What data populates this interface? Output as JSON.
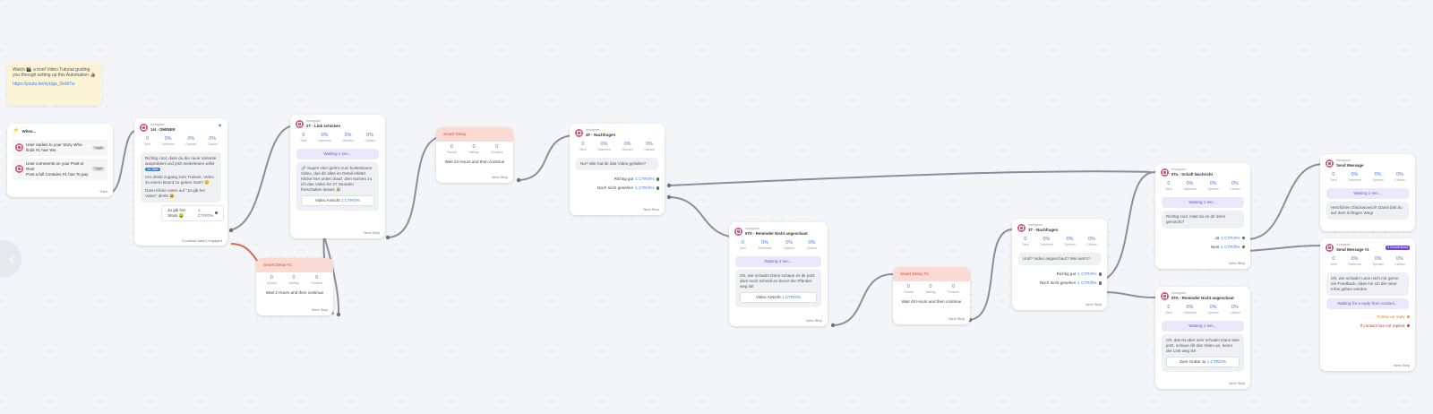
{
  "note": {
    "text": "Watch 🎬 a brief Video Tutorial guiding you through setting up this Automation 👍🏽",
    "link": "https://youtu.be/xyUga_DeM7w"
  },
  "trigger": {
    "title": "When...",
    "items": [
      {
        "text": "User replies to your Story Who finds #1 has Yes",
        "badge": "Toggle"
      },
      {
        "text": "User comments on your Post or Reel",
        "sub": "Post a full Contains #1 has To pay",
        "badge": "Toggle"
      }
    ],
    "next": "Then"
  },
  "stat_labels": [
    "Sent",
    "Delivered",
    "Opened",
    "Clicked"
  ],
  "delay_labels": [
    "Overall",
    "Waiting",
    "Finished"
  ],
  "n1": {
    "small": "Instagram",
    "name": "1st - DM/NER",
    "stats": [
      "0",
      "0%",
      "0%",
      "0%"
    ],
    "msgs": [
      "Richtig cool, dass du die neue Variante ausprobiert und jetzt weiterlesen willst",
      "Um direkt zugang zum Trainee, Video zu einem Board zu geben hast? 😊",
      "Dann klicke unten auf \"Ja gib her Video\" direkt 😃"
    ],
    "badge": "Ja, bitte",
    "opt": "Ja gib her Stück 🤑",
    "cta": "1 CTR/0%",
    "foot": "If contact hasn't engaged"
  },
  "d1": {
    "title": "Smart Delay #1",
    "values": [
      "0",
      "0",
      "0"
    ],
    "text": "Wait 2 Hours and then continue",
    "next": "Next Step"
  },
  "n2": {
    "small": "Instagram",
    "name": "2T - Link schicken",
    "stats": [
      "0",
      "0%",
      "0%",
      "0%"
    ],
    "wait": "Waiting 1 sec...",
    "msg": "🔗 Super! Hier geht's zum kostenlosen Video, das dir alles im Detail erklärt. Klicke hier unten drauf, dein Namen zu ich das Video für 27 Stunden freischalten lassen 🎉",
    "btn": "Video Ansicht",
    "btncta": "1 CTR/0%",
    "next": "Next Step"
  },
  "d2": {
    "title": "Smart Delay",
    "values": [
      "0",
      "0",
      "0"
    ],
    "text": "Wait 22 Hours and then continue",
    "next": "Next Step"
  },
  "n3": {
    "small": "Instagram",
    "name": "4F - Nachfragen",
    "stats": [
      "0",
      "0%",
      "0%",
      "0%"
    ],
    "msg": "Na? Wie hat dir das Video gefallen?",
    "opts": [
      {
        "label": "Richtig gut",
        "cta": "1 CTR/0%"
      },
      {
        "label": "Noch nicht gesehen",
        "cta": "1 CTR/0%"
      }
    ],
    "next": "Next Step"
  },
  "n4": {
    "small": "Instagram",
    "name": "5TA - Reminder Nicht angeschaut",
    "stats": [
      "0",
      "0%",
      "0%",
      "0%"
    ],
    "wait": "Waiting 1 sec...",
    "msg": "Oh, wie schade! Dann schaue es dir jetzt aber noch schnell an bevor der Pfänder weg ist!",
    "btn": "Video Ansicht",
    "btncta": "1 CTR/0%",
    "next": "Next Step"
  },
  "d3": {
    "title": "Smart Delay #1",
    "values": [
      "0",
      "0",
      "0"
    ],
    "text": "Wait 48 Hours and then continue",
    "next": "Next Step"
  },
  "n5": {
    "small": "Instagram",
    "name": "3T - Nachfragen",
    "stats": [
      "0",
      "0%",
      "0%",
      "0%"
    ],
    "msg": "Und? Video angeschaut? Wie war's?",
    "opts": [
      {
        "label": "Richtig gut",
        "cta": "1 CTR/0%"
      },
      {
        "label": "Noch nicht gesehen",
        "cta": "1 CTR/0%"
      }
    ],
    "next": "Next Step"
  },
  "n6": {
    "small": "Instagram",
    "name": "5Ta - Schaft Nachricht",
    "stats": [
      "0",
      "0%",
      "0%",
      "0%"
    ],
    "wait": "Waiting 1 sec...",
    "msg": "Richtig cool. Hast du es dir denn gemacht?",
    "opts": [
      {
        "label": "Ja",
        "cta": "1 CTR/0%"
      },
      {
        "label": "Nein",
        "cta": "1 CTR/0%"
      }
    ],
    "next": "Next Step"
  },
  "n7": {
    "small": "Instagram",
    "name": "5TA - Reminder Nicht angeschaut",
    "stats": [
      "0",
      "0%",
      "0%",
      "0%"
    ],
    "wait": "Waiting 1 sec...",
    "msg": "Oh, das ist aber sehr schade! Dann lass jetzt, schaue dir das Video an, bevor der Link weg ist!",
    "btn": "Zum Grabe Ju",
    "btncta": "1 CTR/0%",
    "next": "Next Step"
  },
  "n8": {
    "small": "Instagram",
    "name": "Send Message",
    "stats": [
      "0",
      "0%",
      "0%",
      "0%"
    ],
    "wait": "Waiting 1 sec...",
    "msg": "Herzlichen Glückwunsch! Damit bist du auf dem richtigen Weg!",
    "next": "Next Step"
  },
  "n9": {
    "small": "Instagram",
    "name": "Send Message #1",
    "tag": "4 Conversions",
    "stats": [
      "0",
      "0%",
      "0%",
      "0%"
    ],
    "msg": "Oh, wie schade! Lass mich mir gerne ein Feedback, dass mir ich die neue Infos geben werden",
    "wait": "Waiting for a reply from contact...",
    "branches": [
      "Follow on reply",
      "If contact has not replied"
    ],
    "next": "Next Step"
  }
}
